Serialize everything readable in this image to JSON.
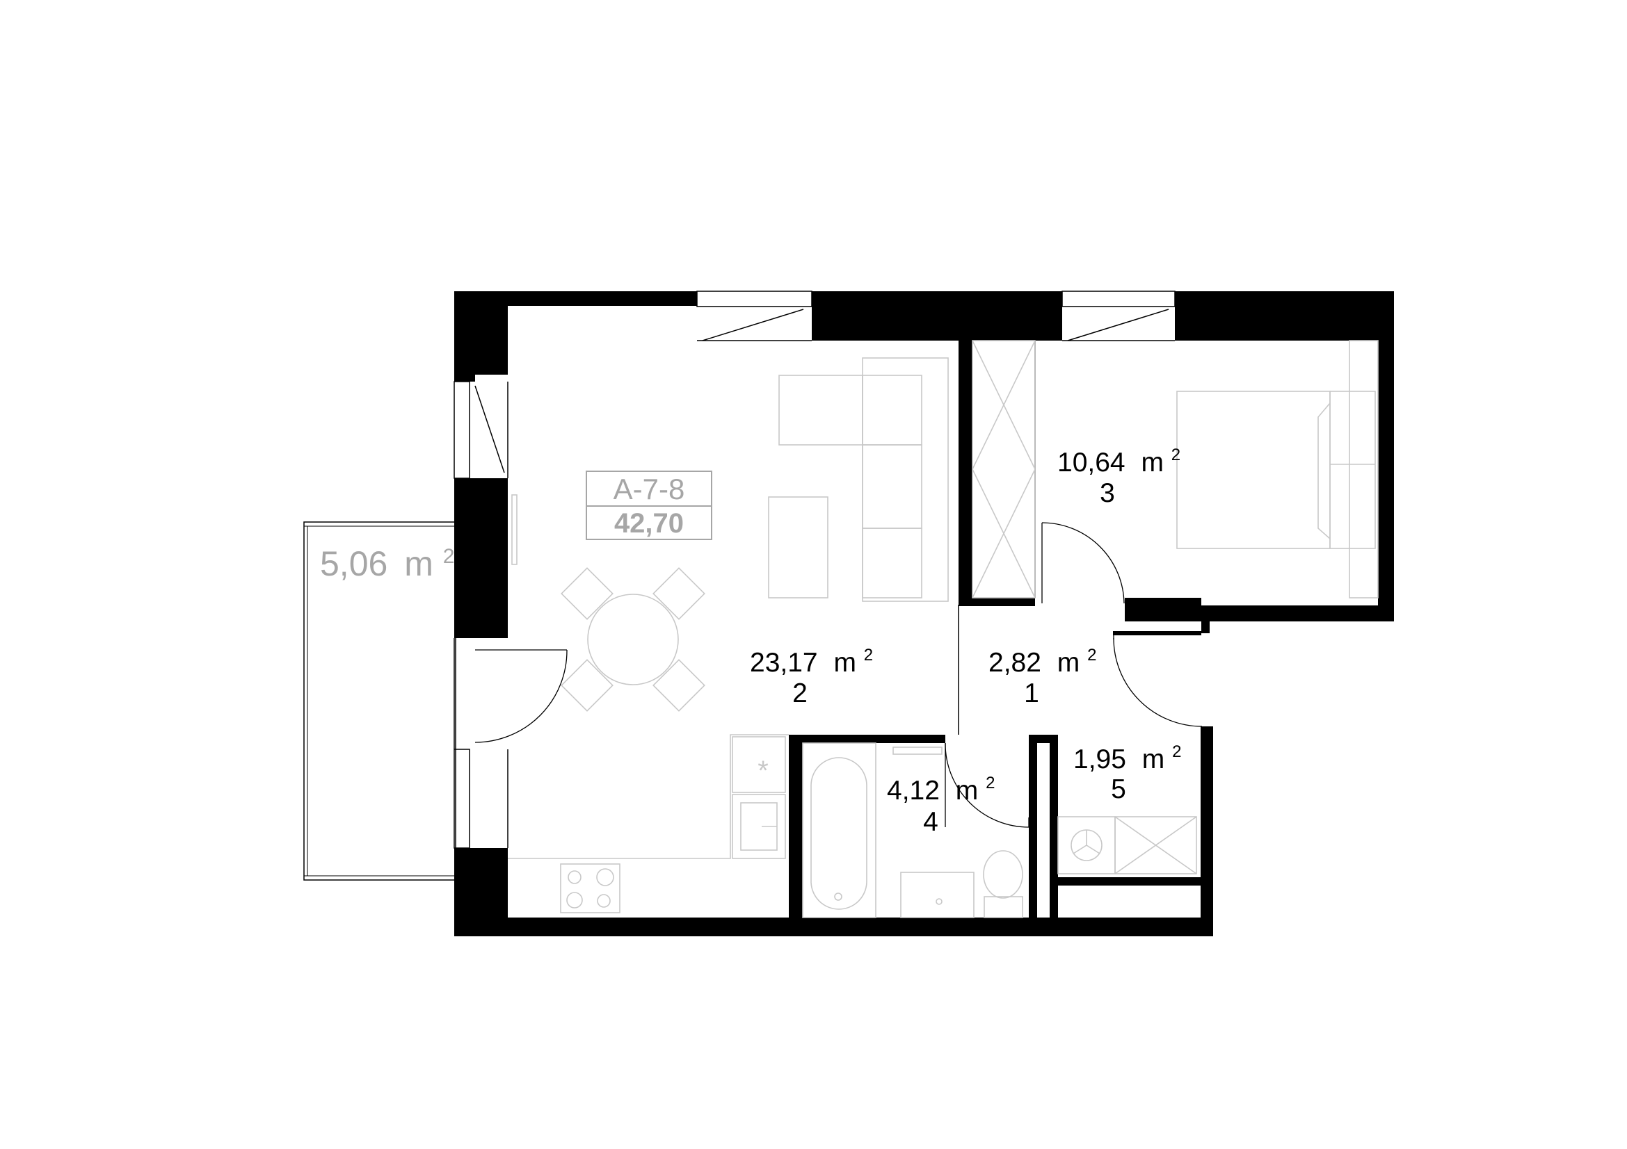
{
  "unit": {
    "code": "A-7-8",
    "total_area": "42,70"
  },
  "balcony": {
    "area": "5,06",
    "unit": "m",
    "exponent": "2"
  },
  "rooms": [
    {
      "area": "23,17",
      "unit": "m",
      "exponent": "2",
      "number": "2"
    },
    {
      "area": "10,64",
      "unit": "m",
      "exponent": "2",
      "number": "3"
    },
    {
      "area": "2,82",
      "unit": "m",
      "exponent": "2",
      "number": "1"
    },
    {
      "area": "4,12",
      "unit": "m",
      "exponent": "2",
      "number": "4"
    },
    {
      "area": "1,95",
      "unit": "m",
      "exponent": "2",
      "number": "5"
    }
  ],
  "colors": {
    "wall": "#000000",
    "furniture": "#c8c8c8",
    "label_muted": "#a6a6a6",
    "background": "#ffffff"
  },
  "icons": {
    "fridge_symbol": "snowflake-asterisk",
    "washer_symbol": "fan-circle"
  }
}
